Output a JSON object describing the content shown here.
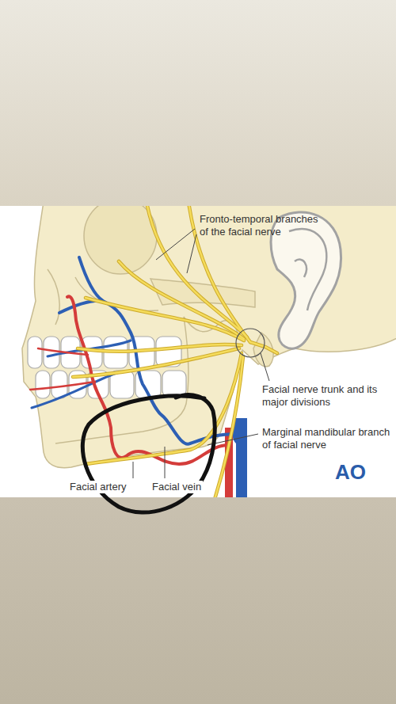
{
  "diagram": {
    "labels": [
      "Fronto-temporal branches of the facial nerve",
      "Facial nerve trunk and its major divisions",
      "Marginal mandibular branch of facial nerve",
      "Facial artery",
      "Facial vein",
      "AO"
    ]
  }
}
